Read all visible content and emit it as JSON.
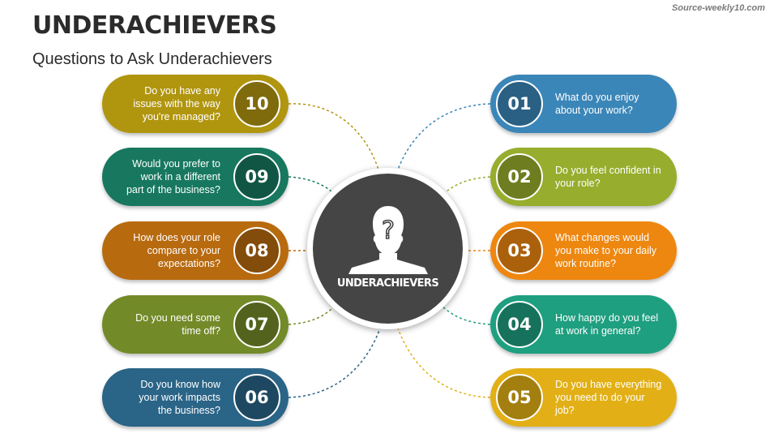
{
  "header": {
    "title": "UNDERACHIEVERS",
    "subtitle": "Questions to Ask Underachievers",
    "source": "Source-weekly10.com"
  },
  "hub": {
    "label": "UNDERACHIEVERS",
    "icon": "person-question-icon"
  },
  "questions": [
    {
      "num": "01",
      "text": "What do you enjoy about your work?",
      "color": "#3b86b8"
    },
    {
      "num": "02",
      "text": "Do you feel confident in your role?",
      "color": "#97ad2d"
    },
    {
      "num": "03",
      "text": "What changes would you make to your daily work routine?",
      "color": "#ee8710"
    },
    {
      "num": "04",
      "text": "How happy do you feel at work in general?",
      "color": "#1e9f80"
    },
    {
      "num": "05",
      "text": "Do you have everything you need to do your job?",
      "color": "#e2b016"
    },
    {
      "num": "06",
      "text": "Do you know how your work impacts the business?",
      "color": "#2a6487"
    },
    {
      "num": "07",
      "text": "Do you need some time off?",
      "color": "#738a29"
    },
    {
      "num": "08",
      "text": "How does your role compare to your expectations?",
      "color": "#b86a0f"
    },
    {
      "num": "09",
      "text": "Would you prefer to work in a different part of the business?",
      "color": "#17785f"
    },
    {
      "num": "10",
      "text": "Do you have any issues with the way you're managed?",
      "color": "#b0950f"
    }
  ]
}
